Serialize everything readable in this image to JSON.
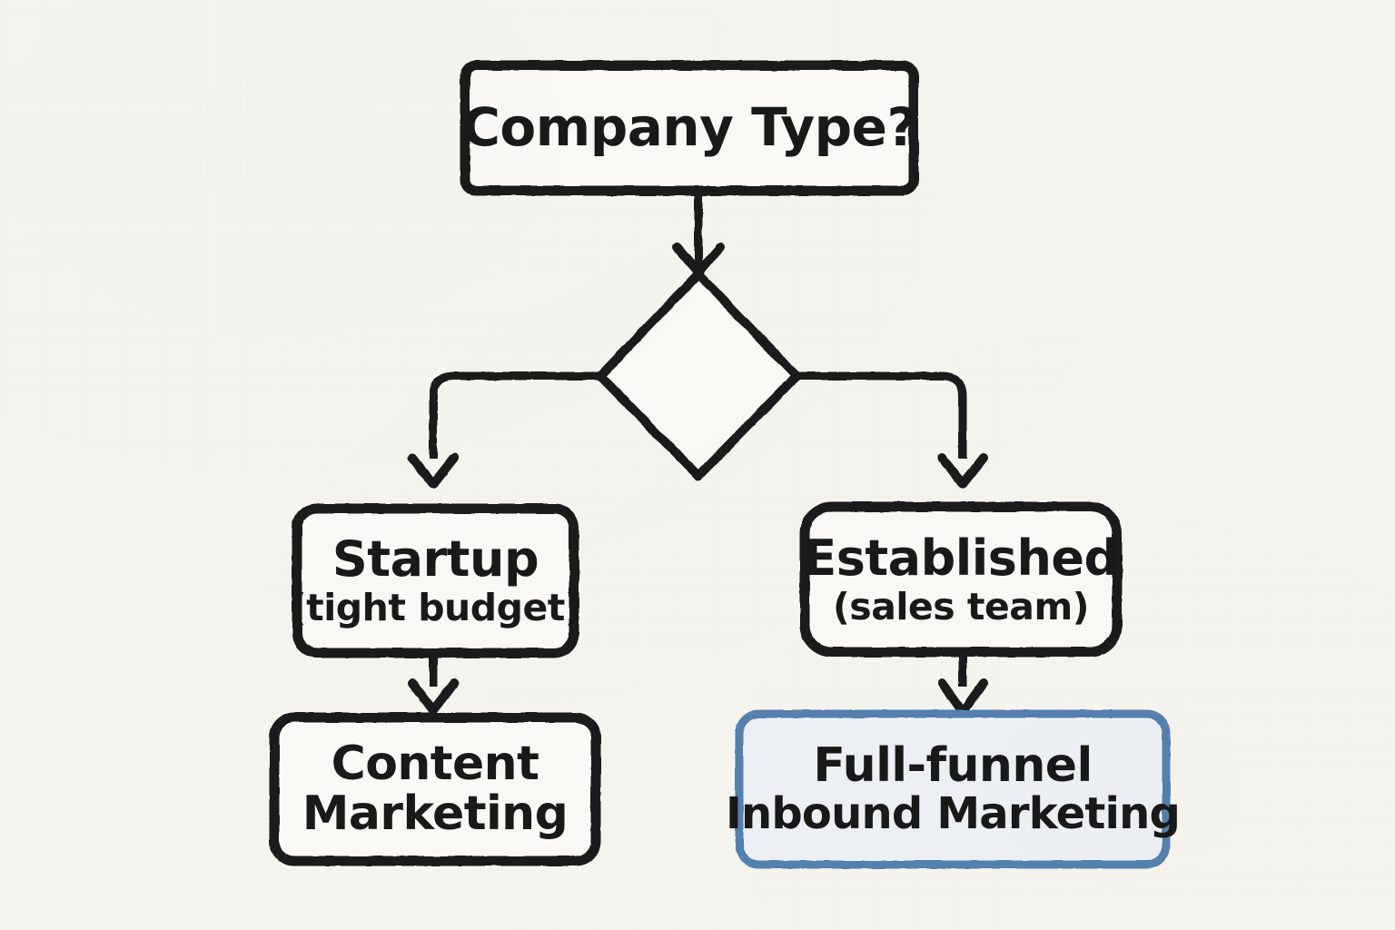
{
  "diagram": {
    "type": "flowchart",
    "title": "Company Type decision flowchart",
    "background_color": "#f7f5ef",
    "ink_color": "#1a1a1a",
    "highlight_border_color": "#5582b0",
    "highlight_fill_color": "#eef2f7",
    "style": "hand-drawn marker sketch",
    "nodes": [
      {
        "id": "start",
        "shape": "rectangle",
        "label": "Company Type?",
        "sublabel": "",
        "highlighted": false
      },
      {
        "id": "decision",
        "shape": "diamond",
        "label": "",
        "sublabel": "",
        "highlighted": false
      },
      {
        "id": "branch-left",
        "shape": "rounded-rectangle",
        "label": "Startup",
        "sublabel": "(tight budget)",
        "highlighted": false
      },
      {
        "id": "branch-right",
        "shape": "rounded-rectangle",
        "label": "Established",
        "sublabel": "(sales team)",
        "highlighted": false
      },
      {
        "id": "outcome-left",
        "shape": "rounded-rectangle",
        "label": "Content",
        "sublabel": "Marketing",
        "highlighted": false
      },
      {
        "id": "outcome-right",
        "shape": "rounded-rectangle",
        "label": "Full-funnel",
        "sublabel": "Inbound Marketing",
        "highlighted": true
      }
    ],
    "edges": [
      {
        "id": "start-to-decision",
        "from": "start",
        "to": "decision",
        "label": "",
        "arrow": true
      },
      {
        "id": "decision-to-left",
        "from": "decision",
        "to": "branch-left",
        "label": "",
        "arrow": true
      },
      {
        "id": "decision-to-right",
        "from": "decision",
        "to": "branch-right",
        "label": "",
        "arrow": true
      },
      {
        "id": "left-to-outcome",
        "from": "branch-left",
        "to": "outcome-left",
        "label": "",
        "arrow": true
      },
      {
        "id": "right-to-outcome",
        "from": "branch-right",
        "to": "outcome-right",
        "label": "",
        "arrow": true
      }
    ]
  }
}
